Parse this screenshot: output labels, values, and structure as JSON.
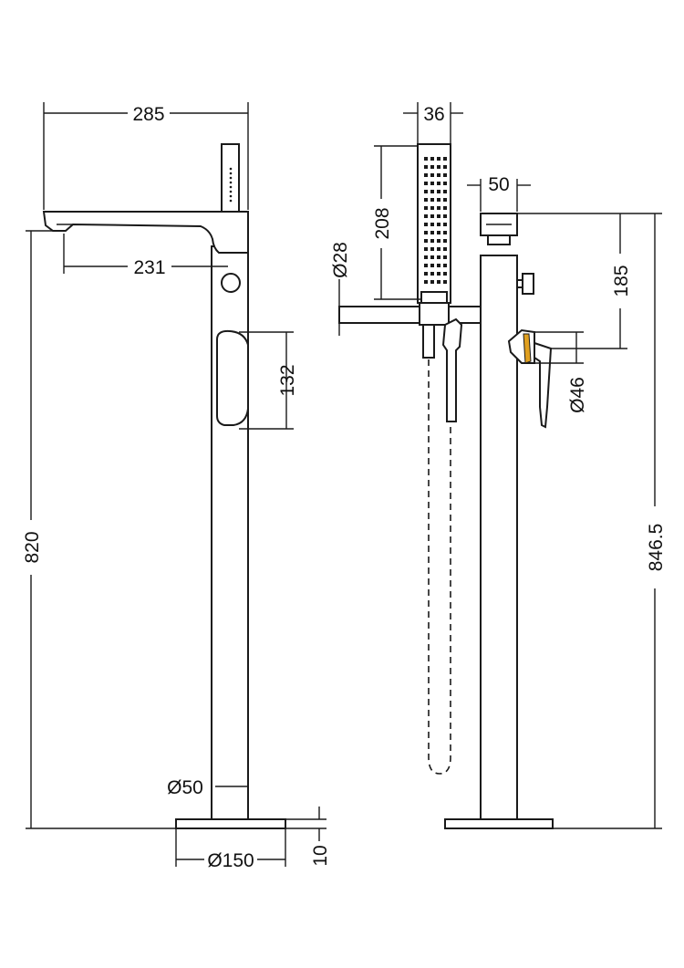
{
  "colors": {
    "line": "#1a1a1a",
    "background": "#ffffff",
    "accent": "#e0a020"
  },
  "dimensions": {
    "overall_width": "285",
    "spout_reach": "231",
    "lever_height": "132",
    "overall_height_front": "820",
    "column_diameter": "Ø50",
    "base_diameter": "Ø150",
    "base_thickness": "10",
    "handset_width": "36",
    "handset_length": "208",
    "holder_diameter": "Ø28",
    "column_side_width": "50",
    "top_to_lever": "185",
    "lever_diameter": "Ø46",
    "overall_height_side": "846.5"
  },
  "handset_grid": {
    "columns": 4,
    "rows": 16
  }
}
